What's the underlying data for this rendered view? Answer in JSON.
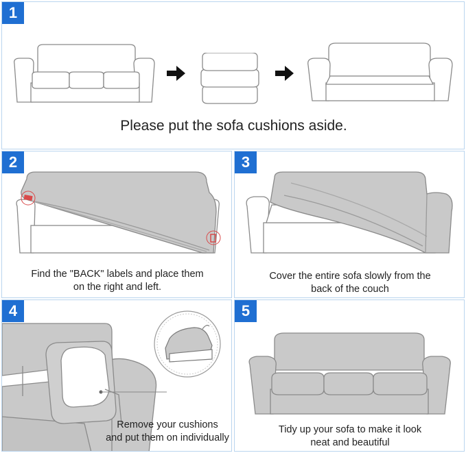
{
  "steps": [
    {
      "number": "1",
      "caption": [
        "Please put the sofa cushions aside."
      ]
    },
    {
      "number": "2",
      "caption": [
        "Find the \"BACK\" labels and place them",
        "on the right and left."
      ]
    },
    {
      "number": "3",
      "caption": [
        "Cover the entire sofa slowly from the",
        "back of the couch"
      ]
    },
    {
      "number": "4",
      "caption": [
        "Remove your cushions",
        "and put them on individually"
      ]
    },
    {
      "number": "5",
      "caption": [
        "Tidy up your sofa to make it look",
        "neat and beautiful"
      ]
    }
  ],
  "colors": {
    "badge": "#1f6fd2",
    "border": "#b9d4ee",
    "cover": "#c9c9c9",
    "outline": "#8a8a8a",
    "label": "#d94a4a"
  },
  "icons": [
    "right-arrow-icon",
    "right-arrow-icon",
    "zoom-callout-icon",
    "back-label-icon",
    "back-label-icon"
  ]
}
